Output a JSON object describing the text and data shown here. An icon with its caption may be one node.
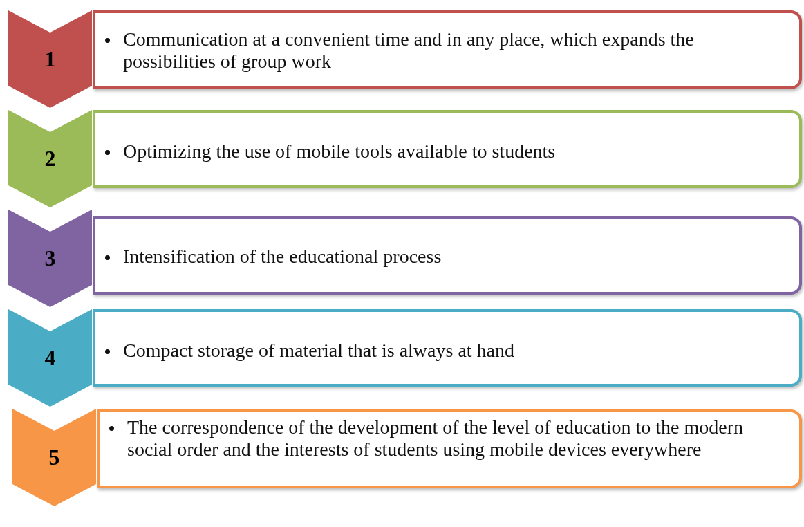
{
  "diagram": {
    "nodes": [
      {
        "text": [
          "1"
        ]
      },
      {
        "text": [
          "Communication at a convenient time and in any place, which expands the possibilities of group work"
        ]
      },
      {
        "text": [
          "2"
        ]
      },
      {
        "text": [
          "Optimizing the use of mobile tools available to students"
        ]
      },
      {
        "text": [
          "3"
        ]
      },
      {
        "text": [
          "Intensification of the educational process"
        ]
      },
      {
        "text": [
          "4"
        ]
      },
      {
        "text": [
          "Compact storage of material that is always at hand"
        ]
      },
      {
        "text": [
          "5"
        ]
      },
      {
        "text": [
          "The correspondence of the development of the level of education to the modern social order and the interests of students using mobile devices everywhere"
        ]
      }
    ],
    "edges": []
  }
}
